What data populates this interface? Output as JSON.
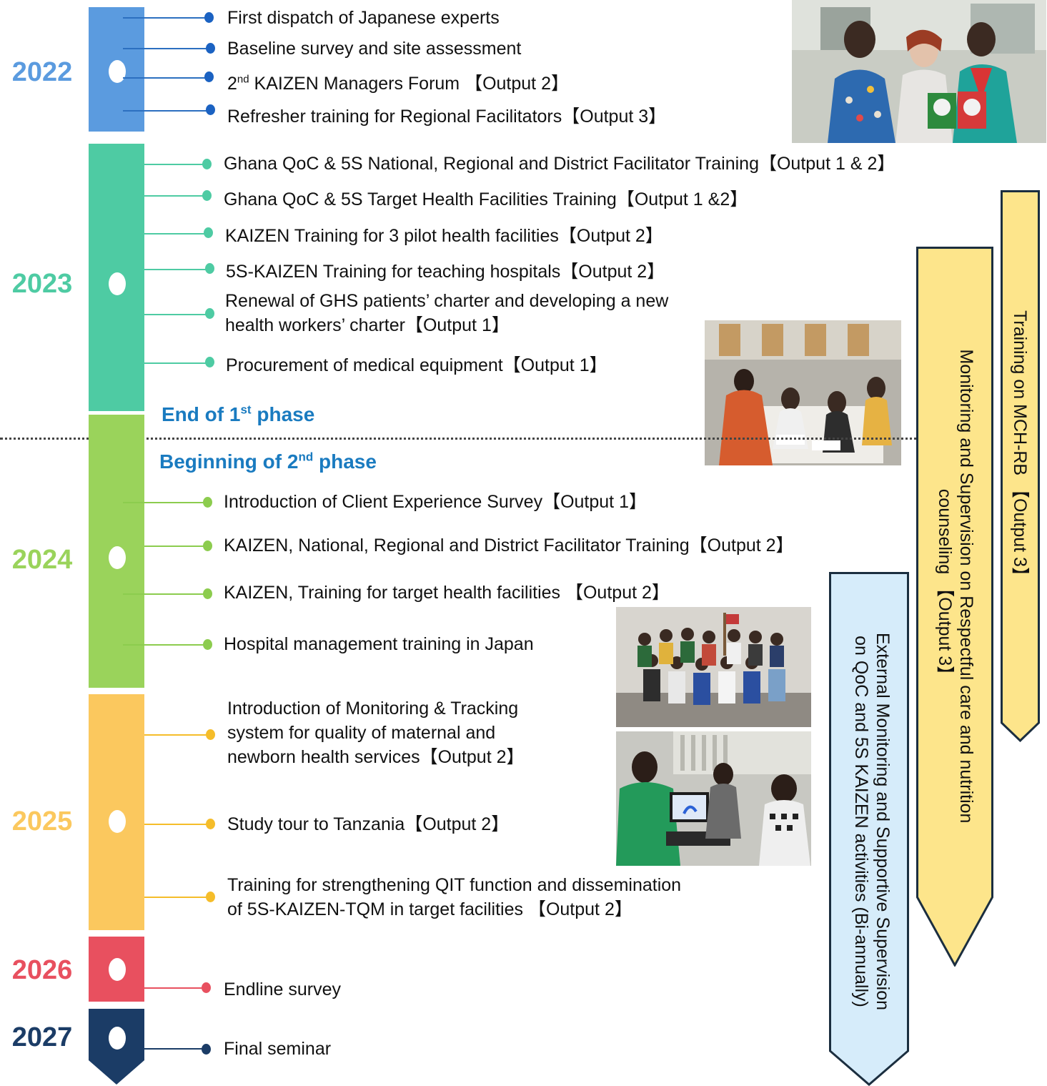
{
  "years": [
    {
      "label": "2022",
      "color": "#5b9bdf"
    },
    {
      "label": "2023",
      "color": "#4ecba3"
    },
    {
      "label": "2024",
      "color": "#9ad35b"
    },
    {
      "label": "2025",
      "color": "#fbc85e"
    },
    {
      "label": "2026",
      "color": "#e8505f"
    },
    {
      "label": "2027",
      "color": "#1b3c66"
    }
  ],
  "events": [
    {
      "text": "First dispatch of Japanese experts"
    },
    {
      "text": "Baseline survey and site assessment"
    },
    {
      "pre": "2",
      "sup": "nd",
      "text": " KAIZEN Managers Forum 【Output 2】"
    },
    {
      "text": "Refresher training for Regional Facilitators【Output 3】"
    },
    {
      "text": "Ghana QoC & 5S National, Regional and District Facilitator Training【Output 1 & 2】"
    },
    {
      "text": "Ghana QoC & 5S Target Health Facilities Training【Output 1 &2】"
    },
    {
      "text": "KAIZEN Training for 3 pilot health facilities【Output 2】"
    },
    {
      "text": "5S-KAIZEN Training for teaching hospitals【Output 2】"
    },
    {
      "line1": "Renewal of GHS patients’ charter and developing a new",
      "line2": "health workers’ charter【Output 1】"
    },
    {
      "text": "Procurement of medical equipment【Output 1】"
    },
    {
      "text": "Introduction of Client Experience Survey【Output 1】"
    },
    {
      "text": "KAIZEN, National, Regional and District Facilitator Training【Output 2】"
    },
    {
      "text": "KAIZEN, Training for target health facilities 【Output 2】"
    },
    {
      "text": "Hospital management training in Japan"
    },
    {
      "line1": "Introduction of Monitoring & Tracking",
      "line2": "system for quality of maternal and",
      "line3": "newborn health services【Output 2】"
    },
    {
      "text": "Study tour to Tanzania【Output 2】"
    },
    {
      "line1": "Training for strengthening QIT function and dissemination",
      "line2": "of 5S-KAIZEN-TQM in target facilities 【Output 2】"
    },
    {
      "text": "Endline survey"
    },
    {
      "text": "Final seminar"
    }
  ],
  "phases": {
    "end": {
      "pre": "End of 1",
      "sup": "st",
      "post": " phase"
    },
    "begin": {
      "pre": "Beginning of 2",
      "sup": "nd",
      "post": " phase"
    }
  },
  "tags": [
    {
      "text": "Training on MCH-RB 【Output 3】",
      "fill": "#fde58b",
      "stroke": "#1b2e3f"
    },
    {
      "line1": "Monitoring and Supervision on Respectful care and nutrition",
      "line2": "counseling 【Output 3】",
      "fill": "#fde58b",
      "stroke": "#1b2e3f"
    },
    {
      "line1": "External Monitoring and Supportive Supervision",
      "line2": "on QoC and 5S KAIZEN activities (Bi-annually)",
      "fill": "#d6ecfa",
      "stroke": "#1b2e3f"
    }
  ]
}
